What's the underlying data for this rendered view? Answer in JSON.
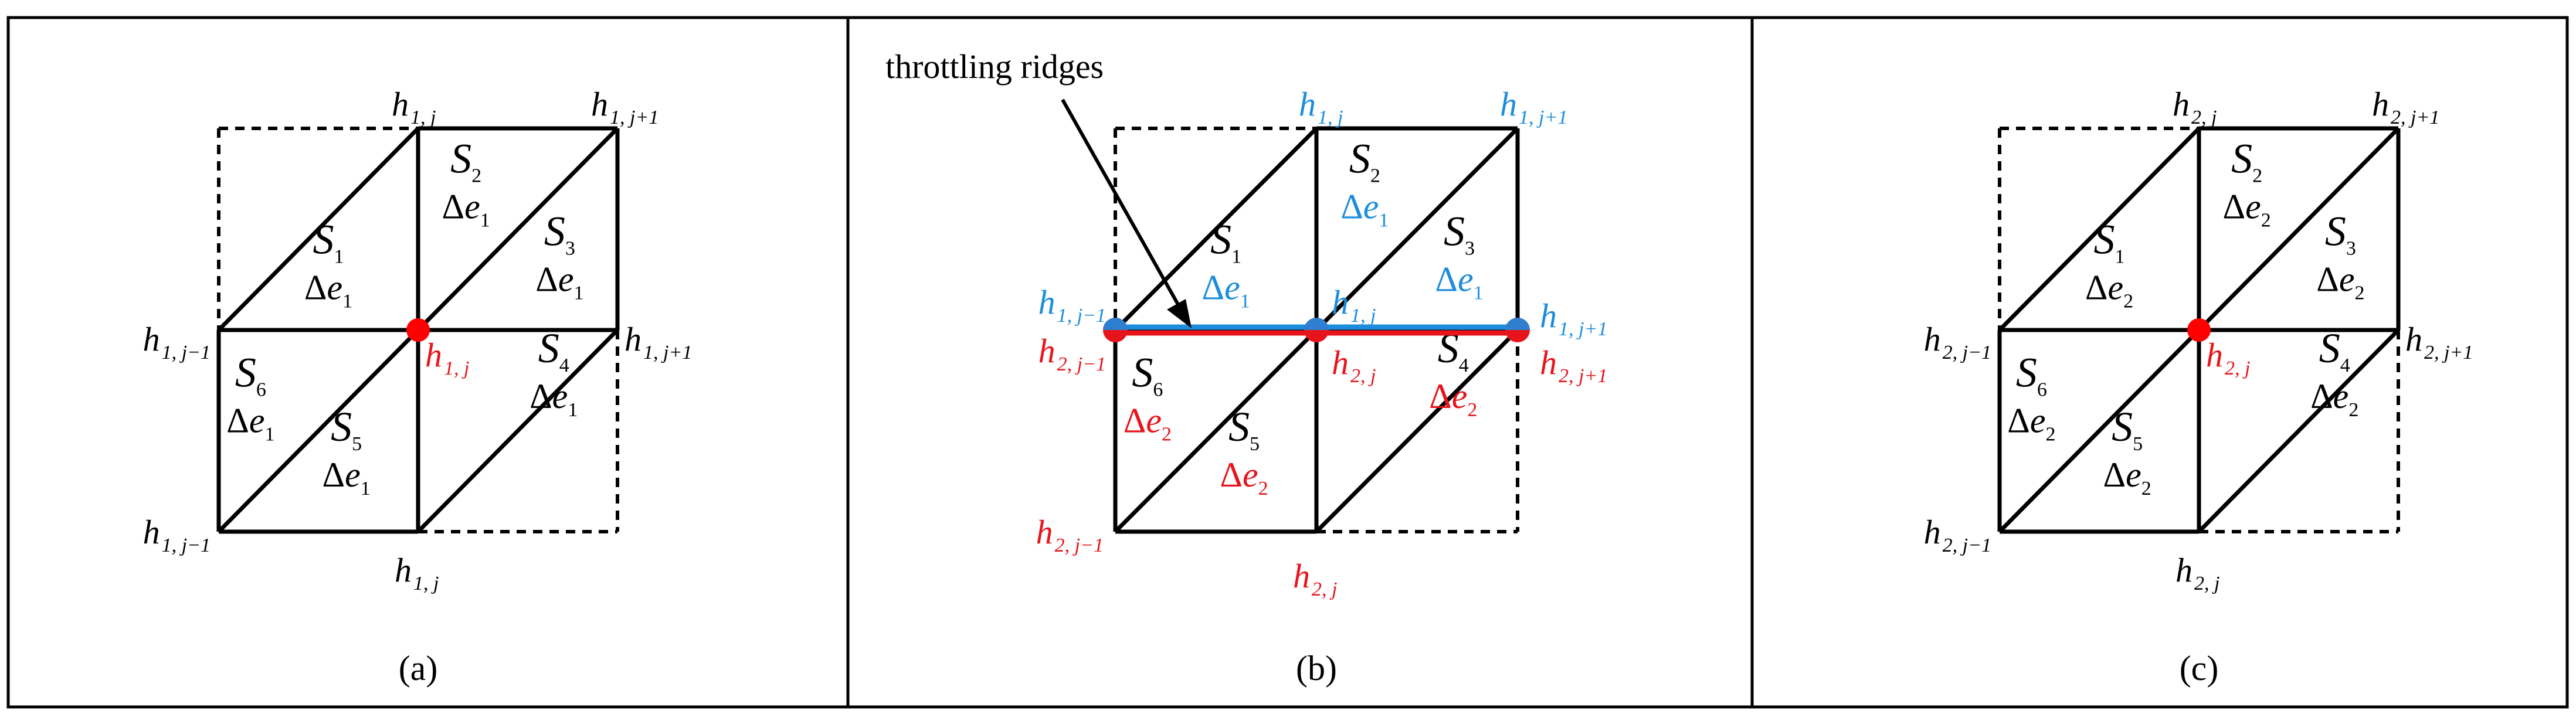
{
  "panels": [
    {
      "caption": "(a)",
      "node_labels": {
        "top_mid": "h1,j",
        "top_right": "h1,j+1",
        "left_mid": "h1,j−1",
        "center": "h1,j",
        "right_mid": "h1,j+1",
        "bottom_left": "h1,j−1",
        "bottom_mid": "h1,j"
      },
      "triangles": [
        {
          "area": "S1",
          "energy": "Δe1"
        },
        {
          "area": "S2",
          "energy": "Δe1"
        },
        {
          "area": "S3",
          "energy": "Δe1"
        },
        {
          "area": "S4",
          "energy": "Δe1"
        },
        {
          "area": "S5",
          "energy": "Δe1"
        },
        {
          "area": "S6",
          "energy": "Δe1"
        }
      ]
    },
    {
      "caption": "(b)",
      "annotation": "throttling ridges",
      "node_labels": {
        "top_mid": "h1,j",
        "top_right": "h1,j+1",
        "left_mid_upper": "h1,j−1",
        "left_mid_lower": "h2,j−1",
        "center_upper": "h1,j",
        "center_lower": "h2,j",
        "right_mid_upper": "h1,j+1",
        "right_mid_lower": "h2,j+1",
        "bottom_left": "h2,j−1",
        "bottom_mid": "h2,j"
      },
      "triangles": [
        {
          "area": "S1",
          "energy": "Δe1"
        },
        {
          "area": "S2",
          "energy": "Δe1"
        },
        {
          "area": "S3",
          "energy": "Δe1"
        },
        {
          "area": "S4",
          "energy": "Δe2"
        },
        {
          "area": "S5",
          "energy": "Δe2"
        },
        {
          "area": "S6",
          "energy": "Δe2"
        }
      ]
    },
    {
      "caption": "(c)",
      "node_labels": {
        "top_mid": "h2,j",
        "top_right": "h2,j+1",
        "left_mid": "h2,j−1",
        "center": "h2,j",
        "right_mid": "h2,j+1",
        "bottom_left": "h2,j−1",
        "bottom_mid": "h2,j"
      },
      "triangles": [
        {
          "area": "S1",
          "energy": "Δe2"
        },
        {
          "area": "S2",
          "energy": "Δe2"
        },
        {
          "area": "S3",
          "energy": "Δe2"
        },
        {
          "area": "S4",
          "energy": "Δe2"
        },
        {
          "area": "S5",
          "energy": "Δe2"
        },
        {
          "area": "S6",
          "energy": "Δe2"
        }
      ]
    }
  ],
  "colors": {
    "line": "#000000",
    "layer1": "#1c8ddc",
    "layer2": "#e8141b",
    "node_center": "#ff0000",
    "node_ridge": "#2f7fd0"
  }
}
